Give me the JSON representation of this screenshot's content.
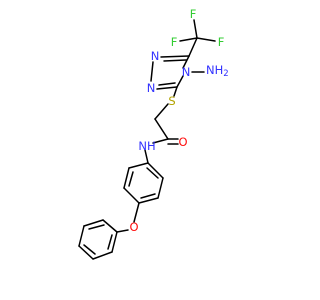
{
  "molecule": {
    "atoms": {
      "f_top": "F",
      "f_right": "F",
      "f_left": "F",
      "n_triazole_n1": "N",
      "n_triazole_n2": "N",
      "n_triazole_n4": "N",
      "nh2_n": "NH",
      "nh2_sub": "2",
      "s_thioether": "S",
      "o_carbonyl": "O",
      "nh_amide": "NH",
      "o_ether": "O"
    },
    "colors": {
      "bond": "#000000",
      "nitrogen": "#3333ff",
      "oxygen": "#ff0d0d",
      "sulfur": "#b2a300",
      "fluorine": "#33cc33"
    }
  }
}
